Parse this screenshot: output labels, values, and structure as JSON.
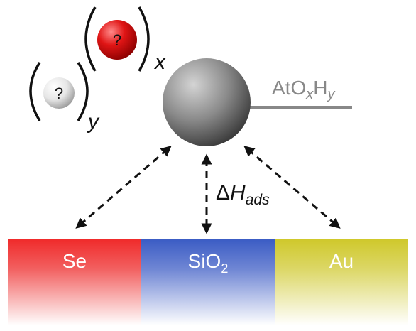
{
  "species": {
    "unknown_species_y": {
      "question_mark": "?",
      "subscript": "y",
      "color": "#e6e6e6"
    },
    "unknown_species_x": {
      "question_mark": "?",
      "subscript": "x",
      "color": "#e01515"
    }
  },
  "molecule": {
    "label_main_1": "AtO",
    "label_sub_1": "x",
    "label_main_2": "H",
    "label_sub_2": "y",
    "color": "#6e6e6e"
  },
  "adsorption": {
    "delta_symbol": "Δ",
    "quantity": "H",
    "subscript": "ads"
  },
  "substrates": [
    {
      "label": "Se",
      "label_sub": "",
      "color": "#f02a2a"
    },
    {
      "label": "SiO",
      "label_sub": "2",
      "color": "#3a5bc4"
    },
    {
      "label": "Au",
      "label_sub": "",
      "color": "#cfc82a"
    }
  ]
}
